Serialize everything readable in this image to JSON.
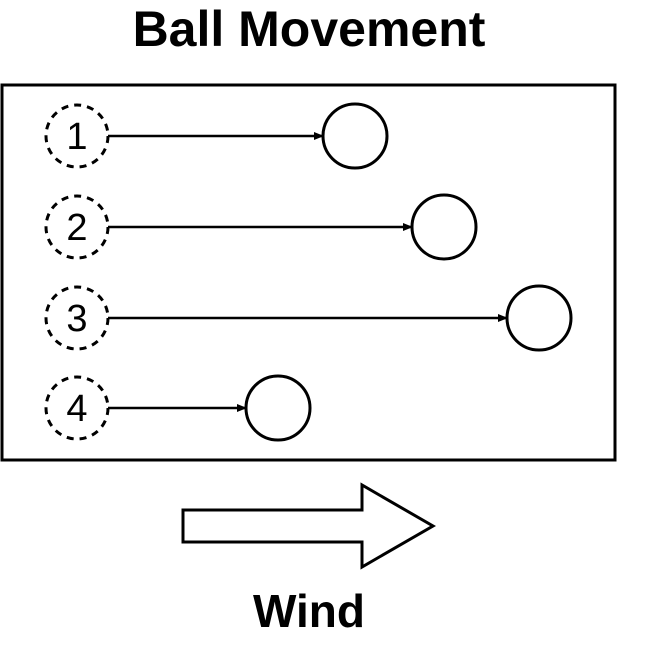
{
  "title": "Ball Movement",
  "wind_label": "Wind",
  "colors": {
    "stroke": "#000000",
    "background": "#ffffff"
  },
  "balls": [
    {
      "label": "1"
    },
    {
      "label": "2"
    },
    {
      "label": "3"
    },
    {
      "label": "4"
    }
  ]
}
